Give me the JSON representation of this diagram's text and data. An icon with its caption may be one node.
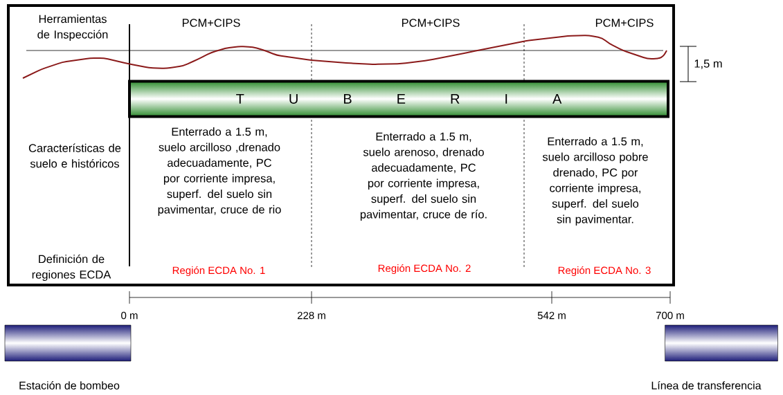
{
  "diagram": {
    "nodes": [
      {
        "text": [
          "T U B E R I A"
        ]
      },
      {
        "text": [],
        "shape": "bar",
        "beside": [
          "Estación de bombeo"
        ]
      },
      {
        "text": [],
        "shape": "bar",
        "beside": [
          "Línea de transferencia"
        ]
      }
    ],
    "labels": [
      "Herramientas de Inspección",
      "PCM+CIPS",
      "PCM+CIPS",
      "PCM+CIPS",
      "1,5 m",
      "Características de suelo e históricos",
      "Enterrado a 1.5 m, suelo arcilloso ,drenado adecuadamente, PC por corriente impresa, superf. del suelo sin pavimentar, cruce de rio",
      "Enterrado a 1.5 m, suelo arenoso, drenado adecuadamente, PC por corriente impresa, superf. del suelo sin pavimentar, cruce de río.",
      "Enterrado a 1.5 m, suelo arcilloso pobre drenado, PC por corriente impresa, superf. del suelo sin pavimentar.",
      "Definición de regiones ECDA",
      "Región ECDA No. 1",
      "Región ECDA No. 2",
      "Región ECDA No. 3",
      "0 m",
      "228 m",
      "542 m",
      "700 m"
    ]
  }
}
